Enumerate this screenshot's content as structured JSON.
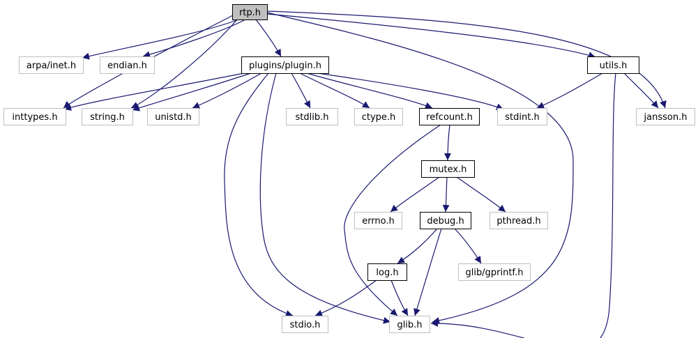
{
  "colors": {
    "edge": "#191970",
    "root_fill": "#bfbfbf",
    "local_stroke": "#000000",
    "system_stroke": "#bfbfbf",
    "text": "#000000"
  },
  "nodes": [
    {
      "id": "rtp_h",
      "label": "rtp.h",
      "kind": "root"
    },
    {
      "id": "arpa_inet_h",
      "label": "arpa/inet.h",
      "kind": "system"
    },
    {
      "id": "endian_h",
      "label": "endian.h",
      "kind": "system"
    },
    {
      "id": "plugins_plugin_h",
      "label": "plugins/plugin.h",
      "kind": "local"
    },
    {
      "id": "utils_h",
      "label": "utils.h",
      "kind": "local"
    },
    {
      "id": "inttypes_h",
      "label": "inttypes.h",
      "kind": "system"
    },
    {
      "id": "string_h",
      "label": "string.h",
      "kind": "system"
    },
    {
      "id": "unistd_h",
      "label": "unistd.h",
      "kind": "system"
    },
    {
      "id": "stdlib_h",
      "label": "stdlib.h",
      "kind": "system"
    },
    {
      "id": "ctype_h",
      "label": "ctype.h",
      "kind": "system"
    },
    {
      "id": "refcount_h",
      "label": "refcount.h",
      "kind": "local"
    },
    {
      "id": "stdint_h",
      "label": "stdint.h",
      "kind": "system"
    },
    {
      "id": "jansson_h",
      "label": "jansson.h",
      "kind": "system"
    },
    {
      "id": "mutex_h",
      "label": "mutex.h",
      "kind": "local"
    },
    {
      "id": "errno_h",
      "label": "errno.h",
      "kind": "system"
    },
    {
      "id": "debug_h",
      "label": "debug.h",
      "kind": "local"
    },
    {
      "id": "pthread_h",
      "label": "pthread.h",
      "kind": "system"
    },
    {
      "id": "log_h",
      "label": "log.h",
      "kind": "local"
    },
    {
      "id": "glib_gprintf_h",
      "label": "glib/gprintf.h",
      "kind": "system"
    },
    {
      "id": "stdio_h",
      "label": "stdio.h",
      "kind": "system"
    },
    {
      "id": "glib_h",
      "label": "glib.h",
      "kind": "system"
    }
  ],
  "edges": [
    {
      "from": "rtp_h",
      "to": "arpa_inet_h"
    },
    {
      "from": "rtp_h",
      "to": "endian_h"
    },
    {
      "from": "rtp_h",
      "to": "plugins_plugin_h"
    },
    {
      "from": "rtp_h",
      "to": "inttypes_h"
    },
    {
      "from": "rtp_h",
      "to": "string_h"
    },
    {
      "from": "rtp_h",
      "to": "glib_h"
    },
    {
      "from": "rtp_h",
      "to": "utils_h"
    },
    {
      "from": "rtp_h",
      "to": "jansson_h"
    },
    {
      "from": "plugins_plugin_h",
      "to": "inttypes_h"
    },
    {
      "from": "plugins_plugin_h",
      "to": "string_h"
    },
    {
      "from": "plugins_plugin_h",
      "to": "unistd_h"
    },
    {
      "from": "plugins_plugin_h",
      "to": "stdlib_h"
    },
    {
      "from": "plugins_plugin_h",
      "to": "ctype_h"
    },
    {
      "from": "plugins_plugin_h",
      "to": "refcount_h"
    },
    {
      "from": "plugins_plugin_h",
      "to": "stdint_h"
    },
    {
      "from": "plugins_plugin_h",
      "to": "stdio_h"
    },
    {
      "from": "plugins_plugin_h",
      "to": "glib_h"
    },
    {
      "from": "utils_h",
      "to": "stdint_h"
    },
    {
      "from": "utils_h",
      "to": "jansson_h"
    },
    {
      "from": "utils_h",
      "to": "glib_h"
    },
    {
      "from": "refcount_h",
      "to": "mutex_h"
    },
    {
      "from": "refcount_h",
      "to": "glib_h"
    },
    {
      "from": "mutex_h",
      "to": "errno_h"
    },
    {
      "from": "mutex_h",
      "to": "debug_h"
    },
    {
      "from": "mutex_h",
      "to": "pthread_h"
    },
    {
      "from": "debug_h",
      "to": "log_h"
    },
    {
      "from": "debug_h",
      "to": "glib_gprintf_h"
    },
    {
      "from": "debug_h",
      "to": "glib_h"
    },
    {
      "from": "log_h",
      "to": "stdio_h"
    },
    {
      "from": "log_h",
      "to": "glib_h"
    }
  ]
}
